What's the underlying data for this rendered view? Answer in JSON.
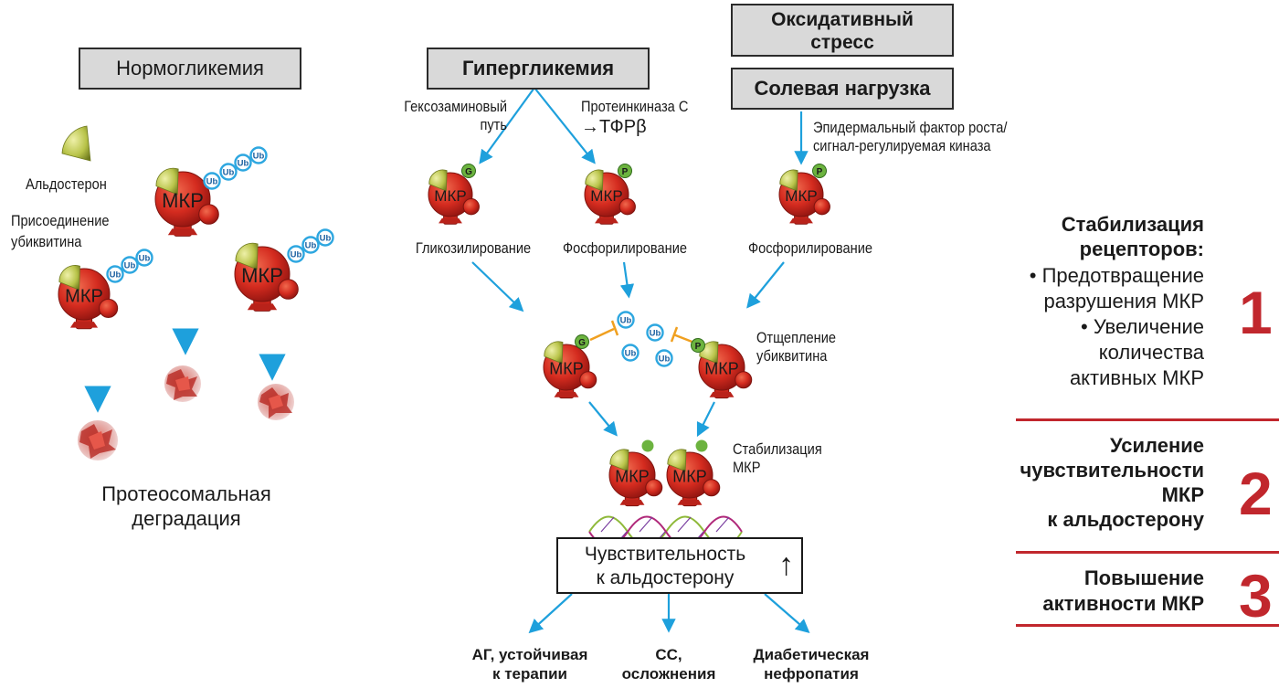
{
  "boxes": {
    "normoglycemia": "Нормогликемия",
    "hyperglycemia": "Гипергликемия",
    "oxidative_stress_line1": "Оксидативный",
    "oxidative_stress_line2": "стресс",
    "salt_load": "Солевая нагрузка",
    "sensitivity_line1": "Чувствительность",
    "sensitivity_line2": "к альдостерону",
    "sensitivity_arrow": "↑"
  },
  "left_panel": {
    "aldosterone": "Альдостерон",
    "ub_attach_line1": "Присоединение",
    "ub_attach_line2": "убиквитина",
    "proteasomal_line1": "Протеосомальная",
    "proteasomal_line2": "деградация"
  },
  "pathways": {
    "hexosamine_line1": "Гексозаминовый",
    "hexosamine_line2": "путь",
    "pkc_line1": "Протеинкиназа С",
    "pkc_line2": "→ТФРβ",
    "egf_line1": "Эпидермальный фактор роста/",
    "egf_line2": "сигнал-регулируемая киназа",
    "glycosylation": "Гликозилирование",
    "phosphorylation_1": "Фосфорилирование",
    "phosphorylation_2": "Фосфорилирование",
    "deub_line1": "Отщепление",
    "deub_line2": "убиквитина",
    "stab_line1": "Стабилизация",
    "stab_line2": "МКР"
  },
  "molecule": {
    "label": "МКР",
    "ub": "Ub",
    "g": "G",
    "p": "P"
  },
  "outcomes": {
    "ah_line1": "АГ, устойчивая",
    "ah_line2": "к терапии",
    "cv_line1": "СС,",
    "cv_line2": "осложнения",
    "dn_line1": "Диабетическая",
    "dn_line2": "нефропатия"
  },
  "side_panel": {
    "s1_title_line1": "Стабилизация",
    "s1_title_line2": "рецепторов:",
    "s1_b1_line1": "• Предотвращение",
    "s1_b1_line2": "разрушения МКР",
    "s1_b2_line1": "• Увеличение",
    "s1_b2_line2": "количества",
    "s1_b2_line3": "активных МКР",
    "s1_num": "1",
    "s2_line1": "Усиление",
    "s2_line2": "чувствительности",
    "s2_line3": "МКР",
    "s2_line4": "к альдостерону",
    "s2_num": "2",
    "s3_line1": "Повышение",
    "s3_line2": "активности МКР",
    "s3_num": "3"
  },
  "colors": {
    "arrow_blue": "#1ea0dc",
    "receptor_red": "#d42b1f",
    "ligand_green": "#b9c44a",
    "modification_green": "#6cb33f",
    "ub_blue": "#2ea7e0",
    "inhibit_orange": "#f0a020",
    "accent_red": "#c1272d"
  }
}
